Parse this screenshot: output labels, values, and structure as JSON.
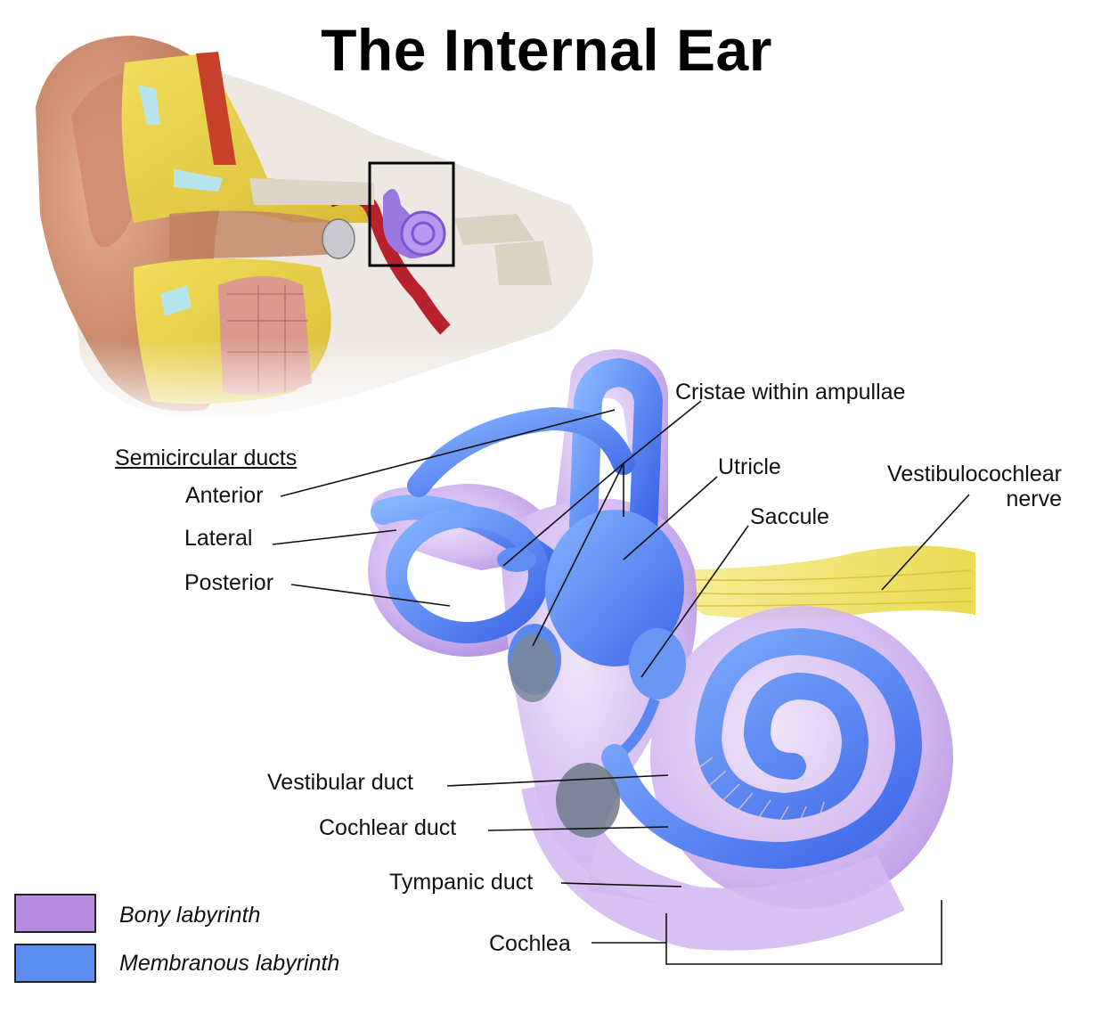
{
  "title": "The Internal Ear",
  "labels": {
    "semicircular_ducts": "Semicircular ducts",
    "anterior": "Anterior",
    "lateral": "Lateral",
    "posterior": "Posterior",
    "cristae": "Cristae within ampullae",
    "utricle": "Utricle",
    "saccule": "Saccule",
    "vestibulocochlear_line1": "Vestibulocochlear",
    "vestibulocochlear_line2": "nerve",
    "vestibular_duct": "Vestibular duct",
    "cochlear_duct": "Cochlear duct",
    "tympanic_duct": "Tympanic duct",
    "cochlea": "Cochlea"
  },
  "legend": [
    {
      "label": "Bony labyrinth",
      "color": "#b98be0"
    },
    {
      "label": "Membranous labyrinth",
      "color": "#5b8ef0"
    }
  ],
  "colors": {
    "bony": "#c8a6ee",
    "membranous": "#4f7ff0",
    "nerve": "#f3e676",
    "skin": "#d9987a",
    "bone": "#e8cf4a",
    "label_line": "#111111"
  }
}
